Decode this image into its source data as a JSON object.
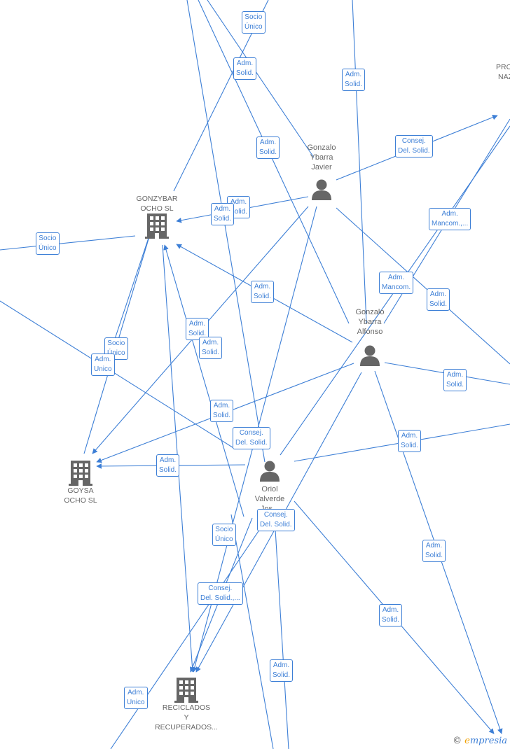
{
  "nodes": {
    "gonzybar": [
      "GONZYBAR",
      "OCHO  SL"
    ],
    "goysa": [
      "GOYSA",
      "OCHO SL"
    ],
    "reciclados": [
      "RECICLADOS",
      "Y",
      "RECUPERADOS..."
    ],
    "gonzalo_javier": [
      "Gonzalo",
      "Ybarra",
      "Javier"
    ],
    "gonzalo_alfonso": [
      "Gonzalo",
      "Ybarra",
      "Alfonso"
    ],
    "oriol": [
      "Oriol",
      "Valverde",
      "Jos..."
    ],
    "pro_cut": [
      "PRO",
      "NAZ"
    ]
  },
  "relations": [
    [
      "Socio",
      "Único"
    ],
    [
      "Adm.",
      "Solid."
    ],
    [
      "Adm.",
      "Solid."
    ],
    [
      "Adm.",
      "Solid."
    ],
    [
      "Consej.",
      "Del. Solid."
    ],
    [
      "Adm.",
      "Solid."
    ],
    [
      "Adm.",
      "Solid."
    ],
    [
      "Socio",
      "Único"
    ],
    [
      "Adm.",
      "Mancom.,..."
    ],
    [
      "Adm.",
      "Mancom."
    ],
    [
      "Adm.",
      "Solid."
    ],
    [
      "Adm.",
      "Solid."
    ],
    [
      "Adm.",
      "Solid."
    ],
    [
      "Adm.",
      "Solid."
    ],
    [
      "Socio",
      "Único"
    ],
    [
      "Adm.",
      "Unico"
    ],
    [
      "Adm.",
      "Solid."
    ],
    [
      "Adm.",
      "Solid."
    ],
    [
      "Consej.",
      "Del. Solid."
    ],
    [
      "Adm.",
      "Solid."
    ],
    [
      "Adm.",
      "Solid."
    ],
    [
      "Consej.",
      "Del. Solid."
    ],
    [
      "Socio",
      "Único"
    ],
    [
      "Adm.",
      "Solid."
    ],
    [
      "Consej.",
      "Del. Solid.,..."
    ],
    [
      "Adm.",
      "Solid."
    ],
    [
      "Adm.",
      "Solid."
    ],
    [
      "Adm.",
      "Unico"
    ]
  ],
  "brand": {
    "copyright": "©",
    "initial": "e",
    "rest": "mpresia"
  },
  "colors": {
    "edge": "#3d7fd6",
    "node_icon": "#666666",
    "label": "#666666",
    "brand_accent": "#f0a000"
  },
  "icons": {
    "person": "person-icon",
    "company": "building-icon"
  }
}
